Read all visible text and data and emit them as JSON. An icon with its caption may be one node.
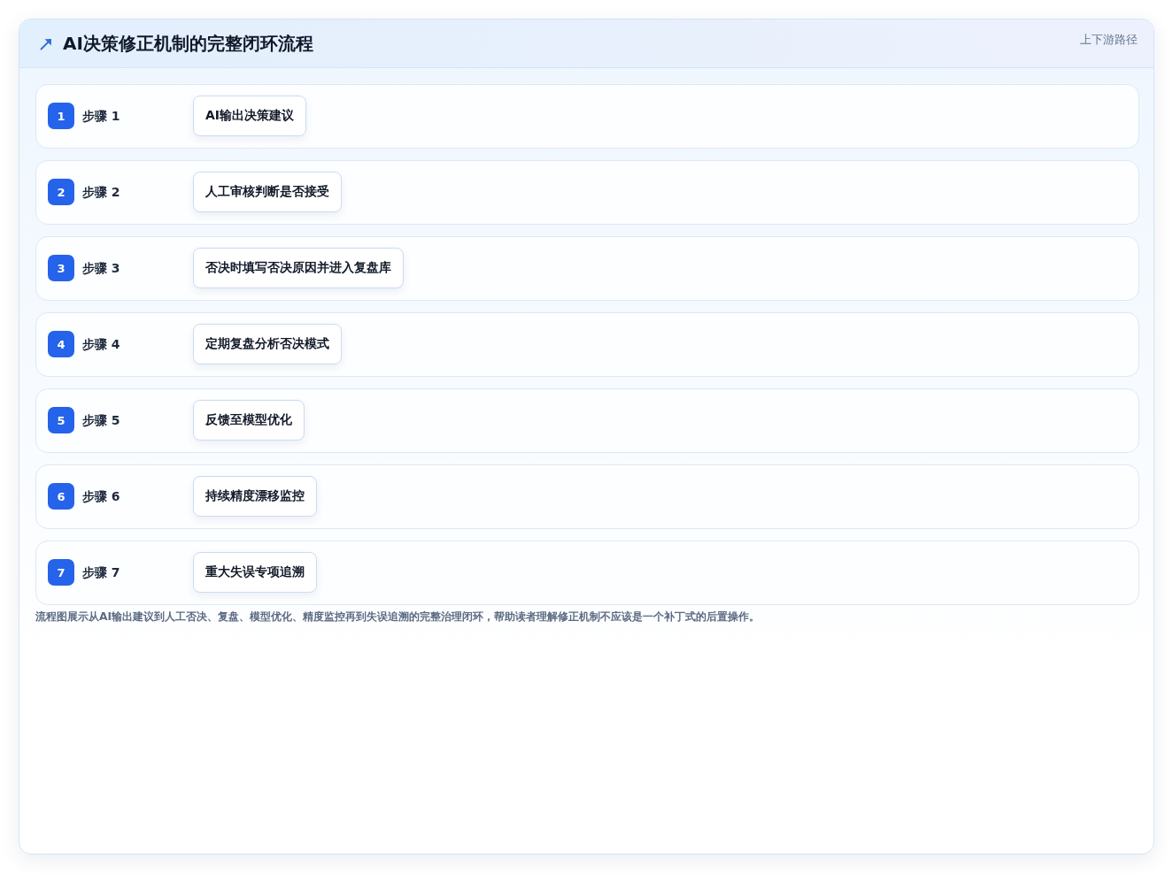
{
  "diagram": {
    "title": "AI决策修正机制的完整闭环流程",
    "nodes": [
      {
        "text": [
          "步骤 1"
        ]
      },
      {
        "text": [
          "1"
        ],
        "in": 0
      },
      {
        "text": [
          "AI输出决策建议"
        ],
        "in": 0
      },
      {
        "text": [
          "步骤 2"
        ]
      },
      {
        "text": [
          "2"
        ],
        "in": 3
      },
      {
        "text": [
          "人工审核判断是否接受"
        ],
        "in": 3
      },
      {
        "text": [
          "步骤 3"
        ]
      },
      {
        "text": [
          "3"
        ],
        "in": 6
      },
      {
        "text": [
          "否决时填写否决原因并进入复盘库"
        ],
        "in": 6
      },
      {
        "text": [
          "步骤 4"
        ]
      },
      {
        "text": [
          "4"
        ],
        "in": 9
      },
      {
        "text": [
          "定期复盘分析否决模式"
        ],
        "in": 9
      },
      {
        "text": [
          "步骤 5"
        ]
      },
      {
        "text": [
          "5"
        ],
        "in": 12
      },
      {
        "text": [
          "反馈至模型优化"
        ],
        "in": 12
      },
      {
        "text": [
          "步骤 6"
        ]
      },
      {
        "text": [
          "6"
        ],
        "in": 15
      },
      {
        "text": [
          "持续精度漂移监控"
        ],
        "in": 15
      },
      {
        "text": [
          "步骤 7"
        ]
      },
      {
        "text": [
          "7"
        ],
        "in": 18
      },
      {
        "text": [
          "重大失误专项追溯"
        ],
        "in": 18
      }
    ],
    "labels": [
      "上下游路径"
    ],
    "caption": "流程图展示从AI输出建议到人工否决、复盘、模型优化、精度监控再到失误追溯的完整治理闭环，帮助读者理解修正机制不应该是一个补丁式的后置操作。"
  }
}
